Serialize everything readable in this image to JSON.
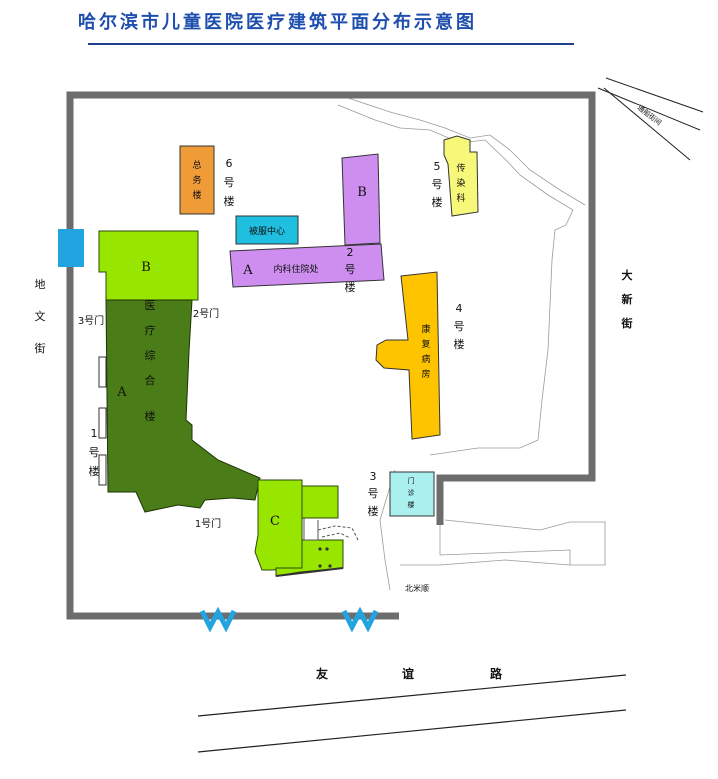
{
  "title": "哈尔滨市儿童医院医疗建筑平面分布示意图",
  "colors": {
    "wall": "#6d6d6d",
    "green_light": "#98e600",
    "green_dark": "#4a7d18",
    "orange": "#ef9b38",
    "purple": "#cd8ef0",
    "cyan": "#1ebfdf",
    "yellow_light": "#f7f77a",
    "gold": "#ffc400",
    "light_cyan": "#a9f0ee",
    "gate_blue": "#21a4e0"
  },
  "buildings": {
    "medical_complex": {
      "b_label": "B",
      "name_chars": [
        "医",
        "疗",
        "综",
        "合",
        "楼"
      ],
      "a_label": "A",
      "c_label": "C"
    },
    "general_affairs": {
      "name_chars": [
        "总",
        "务",
        "楼"
      ],
      "num_chars": [
        "6",
        "号",
        "楼"
      ]
    },
    "bedding_center": {
      "label": "被服中心"
    },
    "inpatient": {
      "b_label": "B",
      "a_label": "A",
      "name": "内科住院处",
      "num_chars": [
        "2",
        "号",
        "楼"
      ]
    },
    "infectious": {
      "name_chars": [
        "传",
        "染",
        "科"
      ],
      "num_chars": [
        "5",
        "号",
        "楼"
      ]
    },
    "rehab": {
      "name_chars": [
        "康",
        "复",
        "病",
        "房"
      ],
      "num_chars": [
        "4",
        "号",
        "楼"
      ]
    },
    "outpatient": {
      "name_chars": [
        "门",
        "诊",
        "楼"
      ]
    },
    "building3": {
      "num_chars": [
        "3",
        "号",
        "楼"
      ]
    }
  },
  "gates": {
    "gate1": "1号门",
    "gate2": "2号门",
    "gate3": "3号门"
  },
  "building1_label": [
    "1",
    "号",
    "楼"
  ],
  "roads": {
    "west": [
      "地",
      "文",
      "街"
    ],
    "east": [
      "大",
      "新",
      "街"
    ],
    "south": [
      "友",
      "谊",
      "路"
    ],
    "northeast": "通船街间",
    "small": "北米顺"
  }
}
